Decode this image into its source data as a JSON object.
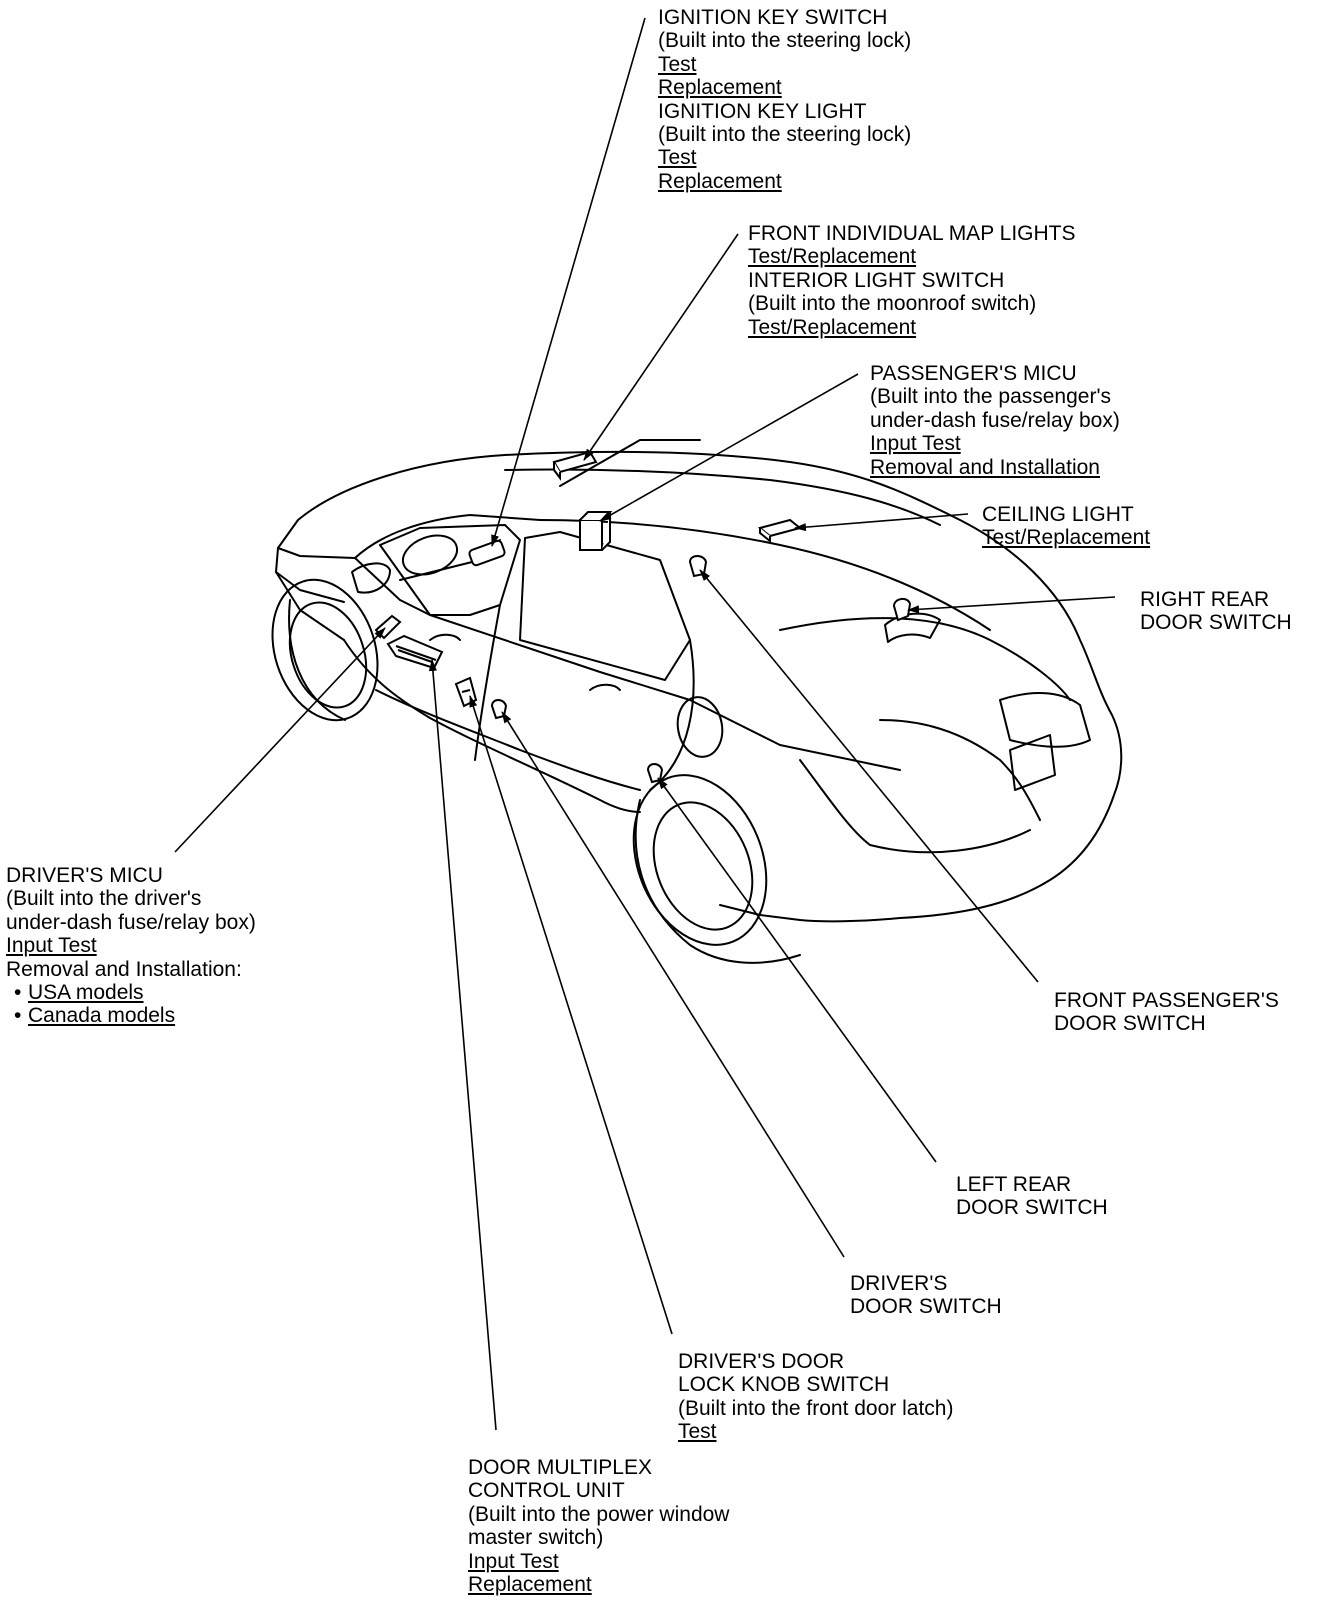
{
  "callouts": {
    "ignition": {
      "l1": "IGNITION KEY SWITCH",
      "l2": "(Built into the steering lock)",
      "l3": "Test",
      "l4": "Replacement",
      "l5": "IGNITION KEY LIGHT",
      "l6": "(Built into the steering lock)",
      "l7": "Test",
      "l8": "Replacement"
    },
    "map_lights": {
      "l1": "FRONT INDIVIDUAL MAP LIGHTS",
      "l2": "Test/Replacement",
      "l3": "INTERIOR LIGHT SWITCH",
      "l4": "(Built into the moonroof switch)",
      "l5": "Test/Replacement"
    },
    "passenger_micu": {
      "l1": "PASSENGER'S MICU",
      "l2": "(Built into the passenger's",
      "l3": "under-dash fuse/relay box)",
      "l4": "Input Test",
      "l5": "Removal and Installation"
    },
    "ceiling_light": {
      "l1": "CEILING LIGHT",
      "l2": "Test/Replacement"
    },
    "right_rear": {
      "l1": "RIGHT REAR",
      "l2": "DOOR SWITCH"
    },
    "driver_micu": {
      "l1": "DRIVER'S MICU",
      "l2": "(Built into the driver's",
      "l3": "under-dash fuse/relay box)",
      "l4": "Input Test",
      "l5": "Removal and Installation:",
      "l6": "USA models",
      "l7": "Canada models"
    },
    "front_pass_door": {
      "l1": "FRONT PASSENGER'S",
      "l2": "DOOR SWITCH"
    },
    "left_rear": {
      "l1": "LEFT REAR",
      "l2": "DOOR SWITCH"
    },
    "driver_door": {
      "l1": "DRIVER'S",
      "l2": "DOOR SWITCH"
    },
    "lock_knob": {
      "l1": "DRIVER'S DOOR",
      "l2": "LOCK KNOB SWITCH",
      "l3": "(Built into the front door latch)",
      "l4": "Test"
    },
    "door_multiplex": {
      "l1": "DOOR MULTIPLEX",
      "l2": "CONTROL UNIT",
      "l3": "(Built into the power window",
      "l4": "master switch)",
      "l5": "Input Test",
      "l6": "Replacement"
    }
  }
}
